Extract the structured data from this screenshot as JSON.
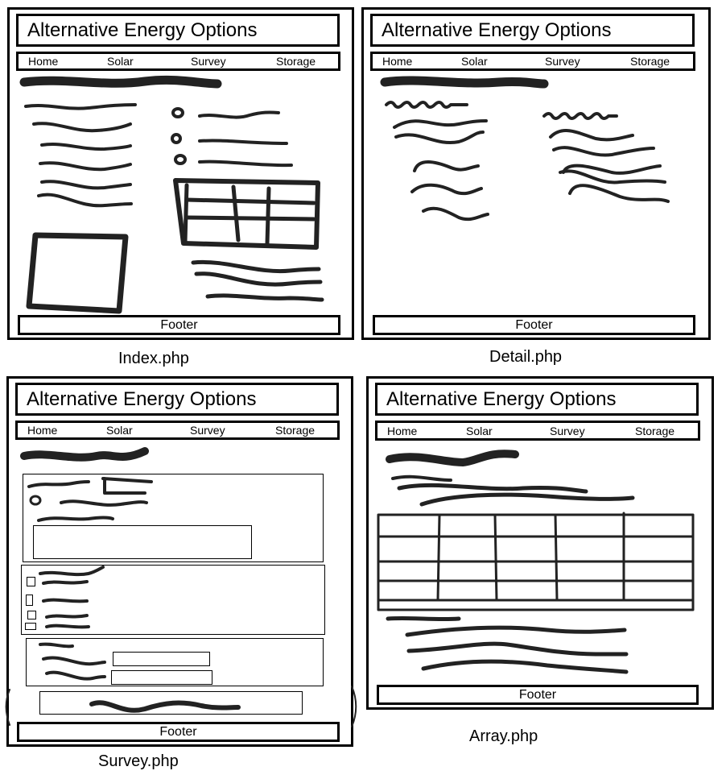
{
  "wireframes": [
    {
      "id": "index",
      "site_title": "Alternative Energy Options",
      "nav": [
        "Home",
        "Solar",
        "Survey",
        "Storage"
      ],
      "footer": "Footer",
      "caption": "Index.php"
    },
    {
      "id": "detail",
      "site_title": "Alternative Energy Options",
      "nav": [
        "Home",
        "Solar",
        "Survey",
        "Storage"
      ],
      "footer": "Footer",
      "caption": "Detail.php"
    },
    {
      "id": "survey",
      "site_title": "Alternative Energy Options",
      "nav": [
        "Home",
        "Solar",
        "Survey",
        "Storage"
      ],
      "footer": "Footer",
      "caption": "Survey.php"
    },
    {
      "id": "array",
      "site_title": "Alternative Energy Options",
      "nav": [
        "Home",
        "Solar",
        "Survey",
        "Storage"
      ],
      "footer": "Footer",
      "caption": "Array.php"
    }
  ]
}
